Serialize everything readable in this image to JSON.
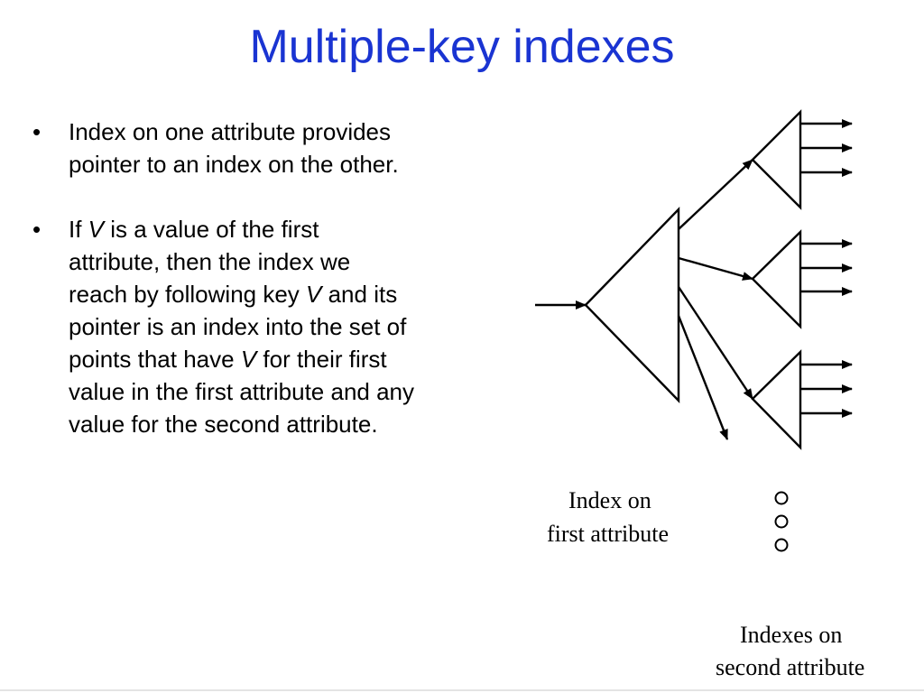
{
  "slide": {
    "title": "Multiple-key indexes",
    "bullet_symbol": "•",
    "bullets": [
      {
        "lines": [
          "Index on one attribute provides",
          "pointer to an index on the other."
        ]
      },
      {
        "lines": [
          [
            "If ",
            "V",
            " is a value of the first"
          ],
          [
            "attribute, then the index we"
          ],
          [
            "reach by following key ",
            "V",
            " and its"
          ],
          [
            "pointer is an index into the set of"
          ],
          [
            "points that have ",
            "V",
            " for their first"
          ],
          [
            "value in the first attribute and any"
          ],
          [
            "value for the second attribute."
          ]
        ]
      }
    ]
  },
  "diagram": {
    "caption_first": [
      "Index on",
      "first attribute"
    ],
    "caption_second": [
      "Indexes on",
      "second attribute"
    ],
    "line_color": "#000000",
    "title_color": "#1a34d2"
  }
}
